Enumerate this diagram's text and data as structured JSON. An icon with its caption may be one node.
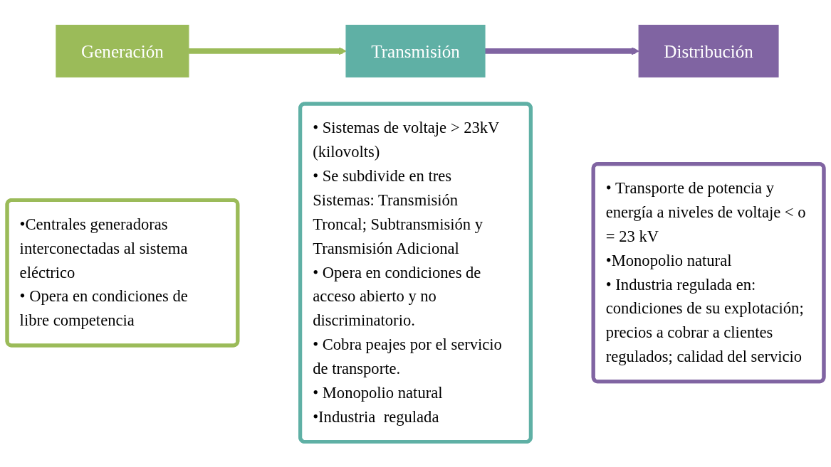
{
  "diagram": {
    "nodes": [
      {
        "text": [
          "Generación"
        ]
      },
      {
        "text": [
          "•Centrales generadoras interconectadas al sistema eléctrico",
          "• Opera en condiciones de libre competencia"
        ]
      },
      {
        "text": [
          "Transmisión"
        ]
      },
      {
        "text": [
          "• Sistemas de voltaje > 23kV (kilovolts)",
          "• Se subdivide en tres Sistemas: Transmisión Troncal; Subtransmisión y Transmisión Adicional",
          "• Opera en condiciones de acceso abierto y no discriminatorio.",
          "• Cobra peajes por el servicio de transporte.",
          "• Monopolio natural",
          "•Industria  regulada"
        ]
      },
      {
        "text": [
          "Distribución"
        ]
      },
      {
        "text": [
          "• Transporte de potencia y energía a niveles de voltaje < o = 23 kV",
          "•Monopolio natural",
          "• Industria regulada en: condiciones de su explotación; precios a cobrar a clientes regulados; calidad del servicio"
        ]
      }
    ],
    "edges": [
      {
        "from": 0,
        "to": 2,
        "arrow": "to",
        "color": "#9bbb59"
      },
      {
        "from": 2,
        "to": 4,
        "arrow": "to",
        "color": "#8064a2"
      }
    ]
  }
}
